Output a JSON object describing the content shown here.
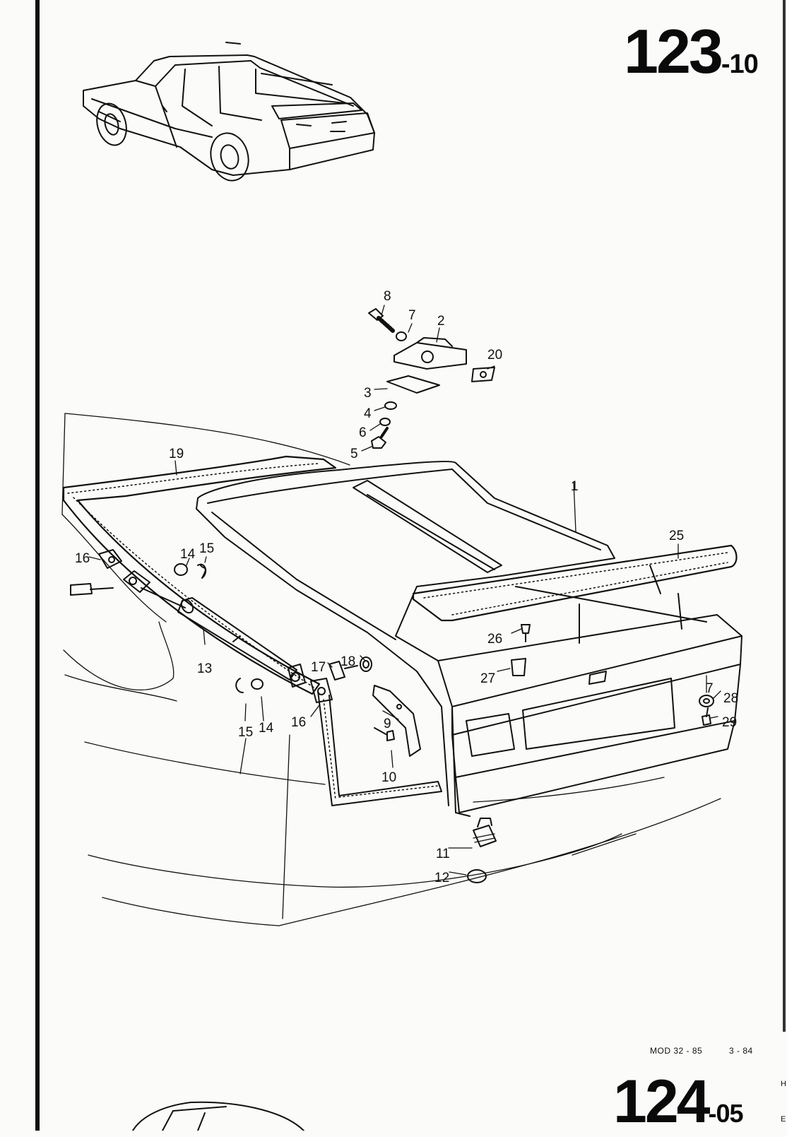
{
  "page": {
    "code_main": "123",
    "code_sub": "-10",
    "next_code_main": "124",
    "next_code_sub": "-05",
    "footer_model": "MOD 32 - 85",
    "footer_date": "3 - 84",
    "edge_letter_top": "H",
    "edge_letter_bottom": "E"
  },
  "callouts": {
    "c1": "1",
    "c2": "2",
    "c3": "3",
    "c4": "4",
    "c5": "5",
    "c6": "6",
    "c7a": "7",
    "c7b": "7",
    "c8": "8",
    "c9": "9",
    "c10": "10",
    "c11": "11",
    "c12": "12",
    "c13": "13",
    "c14a": "14",
    "c14b": "14",
    "c15a": "15",
    "c15b": "15",
    "c16a": "16",
    "c16b": "16",
    "c17": "17",
    "c18": "18",
    "c19": "19",
    "c20": "20",
    "c25": "25",
    "c26": "26",
    "c27": "27",
    "c28": "28",
    "c29": "29"
  },
  "colors": {
    "ink": "#111111",
    "paper": "#fbfbf9"
  }
}
